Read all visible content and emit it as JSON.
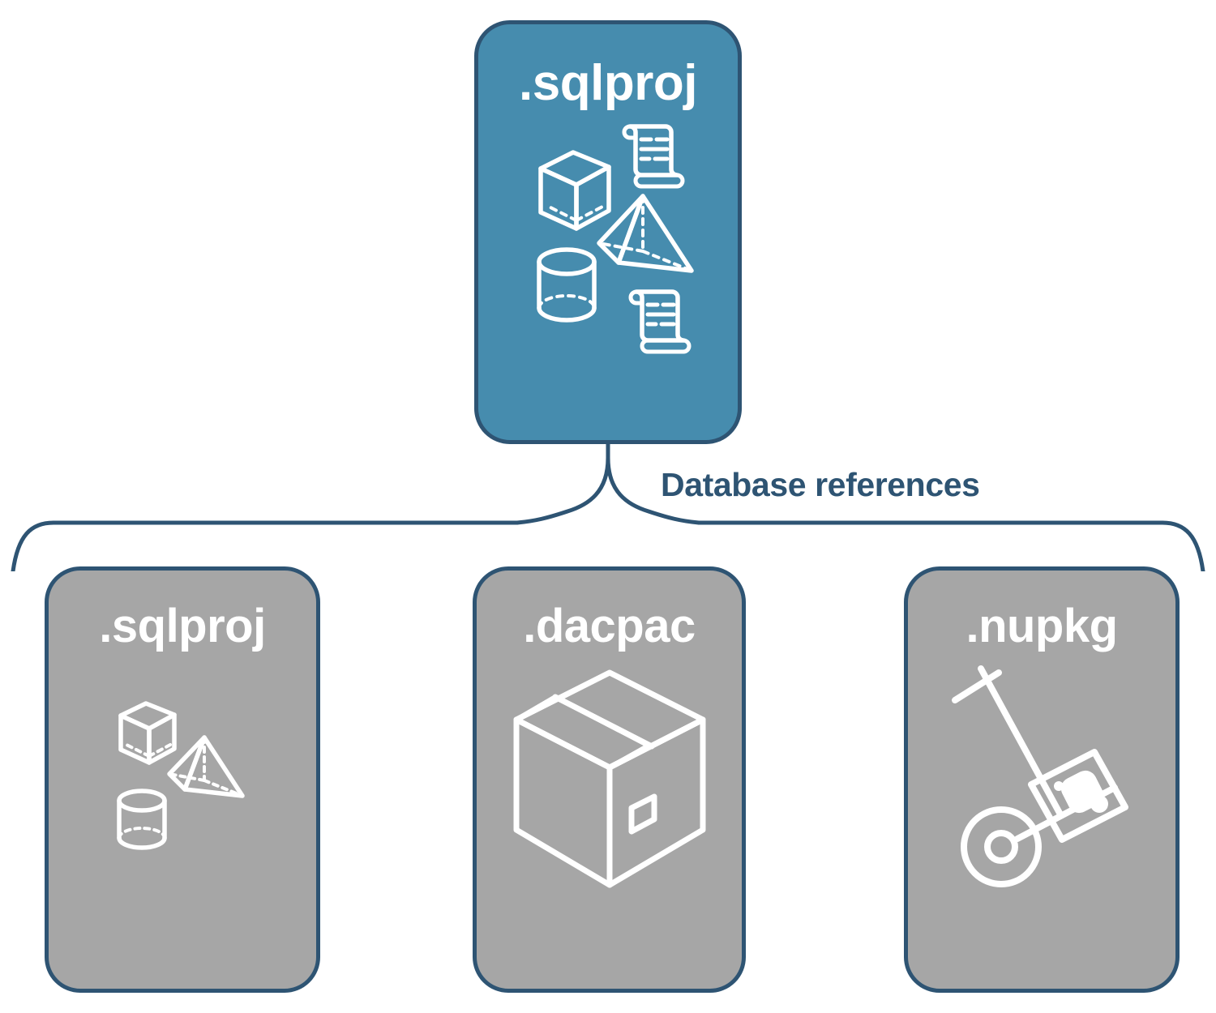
{
  "diagram": {
    "title": "Database references",
    "colors": {
      "primary_fill": "#468cae",
      "secondary_fill": "#a6a6a6",
      "stroke": "#2e5473",
      "icon_stroke": "#ffffff",
      "background": "#ffffff",
      "label_text": "#2e5473"
    }
  },
  "root_node": {
    "label": ".sqlproj",
    "icons": [
      "cube-wireframe-icon",
      "scroll-icon",
      "pyramid-wireframe-icon",
      "cylinder-wireframe-icon",
      "scroll-icon"
    ]
  },
  "connector": {
    "label": "Database references",
    "style": "curly-brace"
  },
  "reference_nodes": [
    {
      "label": ".sqlproj",
      "icons": [
        "cube-wireframe-icon",
        "pyramid-wireframe-icon",
        "cylinder-wireframe-icon"
      ]
    },
    {
      "label": ".dacpac",
      "icons": [
        "package-box-icon"
      ]
    },
    {
      "label": ".nupkg",
      "icons": [
        "hand-truck-package-icon"
      ]
    }
  ]
}
